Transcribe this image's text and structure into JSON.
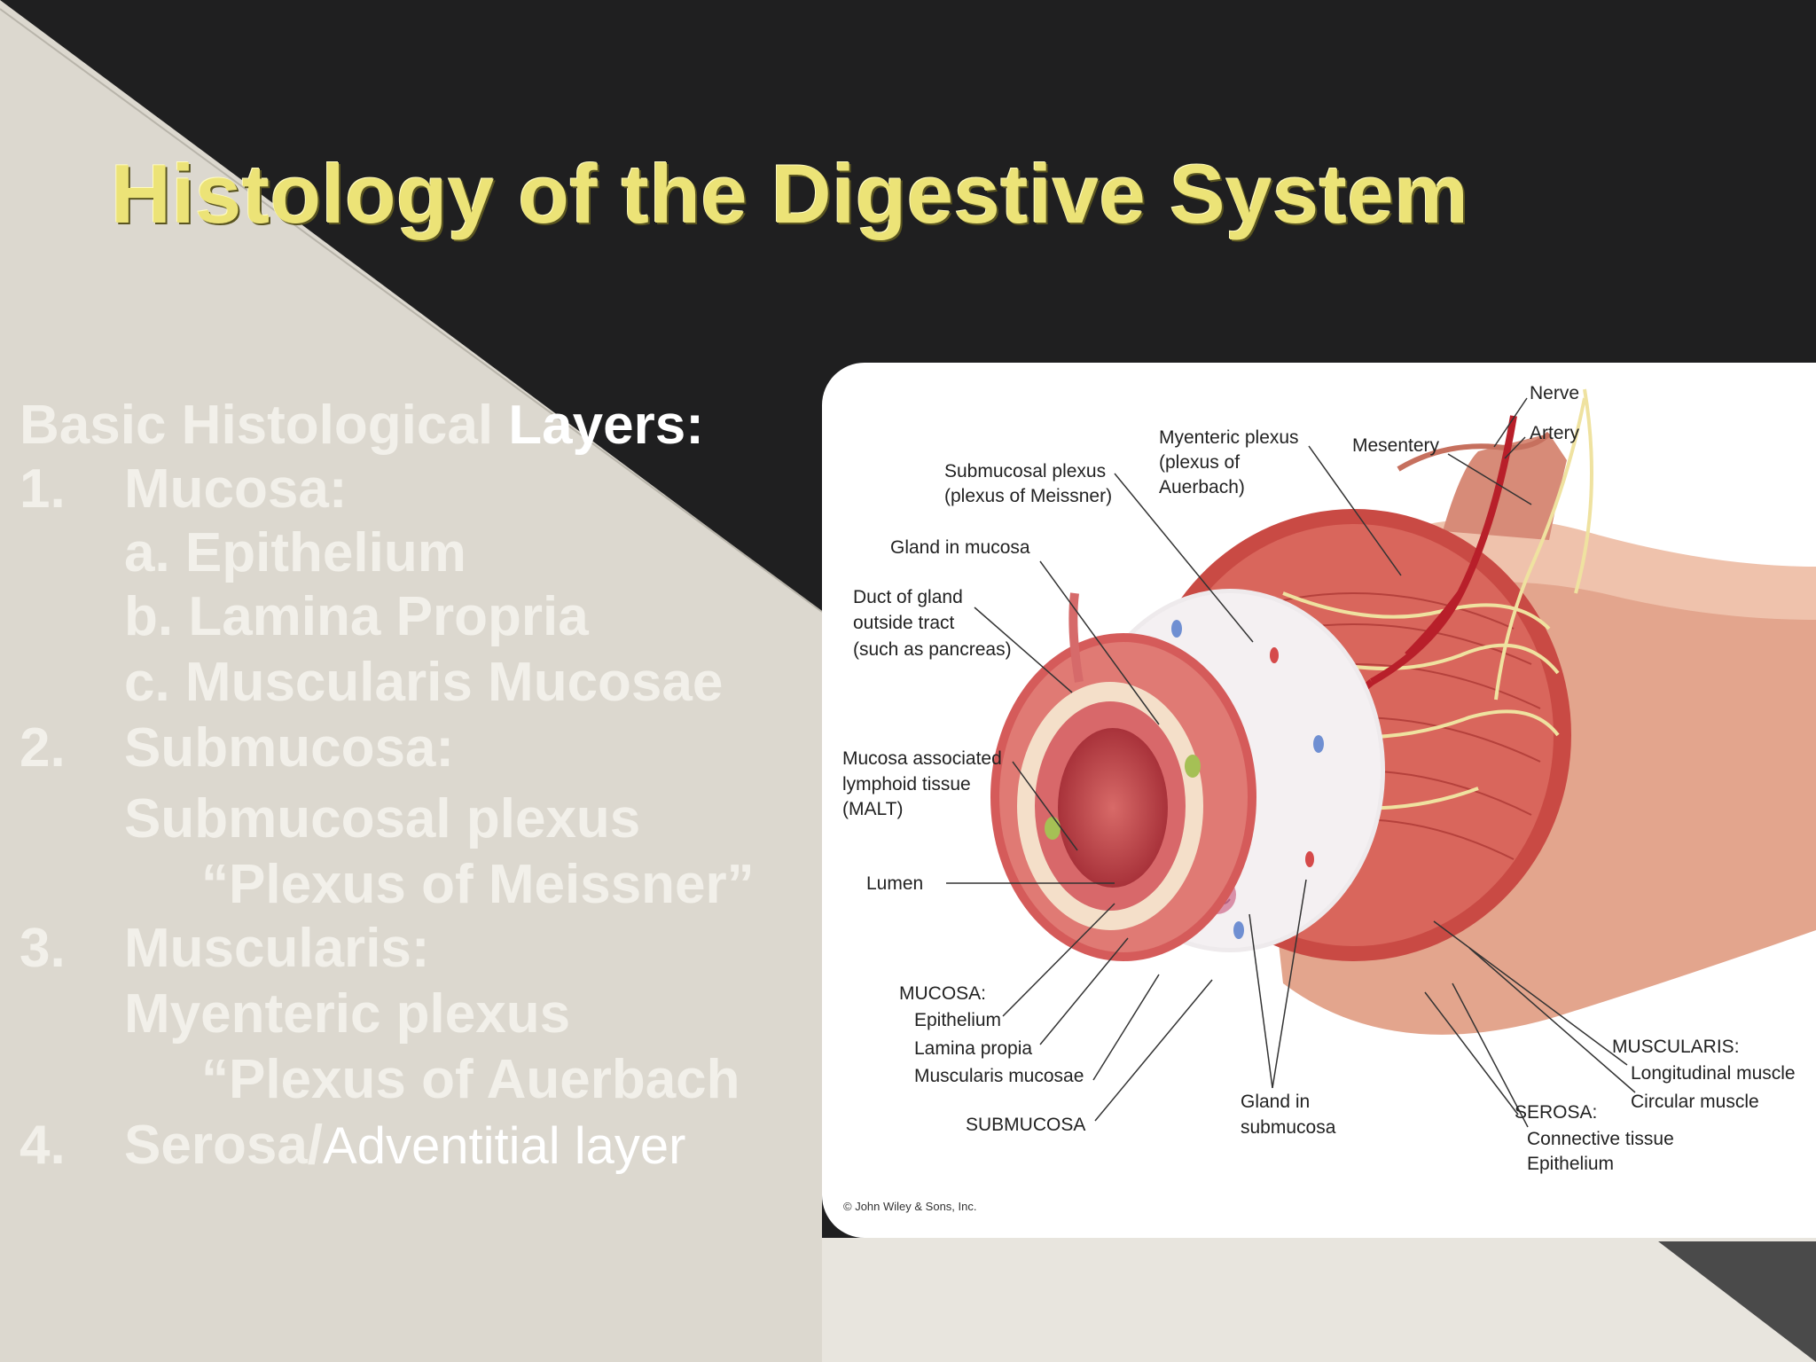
{
  "slide": {
    "title": "Histology of the Digestive System",
    "heading_part1": "Basic Histological ",
    "heading_part2": "Layers:",
    "items": [
      {
        "num": "1.",
        "text": "Mucosa:"
      },
      {
        "text": "a.  Epithelium"
      },
      {
        "text": "b.  Lamina Propria"
      },
      {
        "text": "c.  Muscularis Mucosae"
      },
      {
        "num": "2.",
        "text": "Submucosa:"
      },
      {
        "text": "Submucosal plexus"
      },
      {
        "text": "“Plexus of Meissner”"
      },
      {
        "num": "3.",
        "text": "Muscularis:"
      },
      {
        "text": "Myenteric plexus"
      },
      {
        "text": "“Plexus of Auerbach"
      },
      {
        "num": "4.",
        "text": "Serosa/",
        "suffix": "Adventitial layer"
      }
    ]
  },
  "diagram": {
    "labels": {
      "nerve": "Nerve",
      "artery": "Artery",
      "mesentery": "Mesentery",
      "myenteric_1": "Myenteric plexus",
      "myenteric_2": "(plexus of",
      "myenteric_3": "Auerbach)",
      "submucosal_1": "Submucosal plexus",
      "submucosal_2": "(plexus of Meissner)",
      "gland_mucosa": "Gland in mucosa",
      "duct_1": "Duct of gland",
      "duct_2": "outside tract",
      "duct_3": "(such as pancreas)",
      "malt_1": "Mucosa associated",
      "malt_2": "lymphoid tissue",
      "malt_3": "(MALT)",
      "lumen": "Lumen",
      "mucosa": "MUCOSA:",
      "epithelium": "Epithelium",
      "lamina": "Lamina propia",
      "muscularis_mucosae": "Muscularis mucosae",
      "submucosa": "SUBMUCOSA",
      "gland_sub_1": "Gland in",
      "gland_sub_2": "submucosa",
      "serosa": "SEROSA:",
      "connective": "Connective tissue",
      "serosa_epi": "Epithelium",
      "muscularis": "MUSCULARIS:",
      "longitudinal": "Longitudinal muscle",
      "circular": "Circular muscle",
      "copyright": "© John Wiley & Sons, Inc."
    }
  }
}
